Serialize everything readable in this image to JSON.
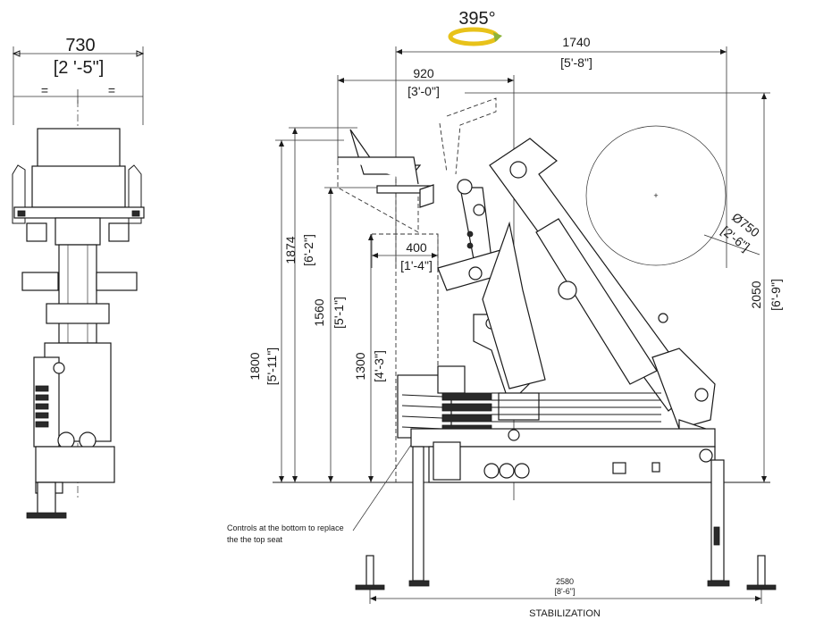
{
  "rotation": {
    "value": "395°",
    "arrow_color": "#e8c21a",
    "arrow_accent": "#8db33a"
  },
  "front_view": {
    "width_mm": "730",
    "width_ft": "[2 '-5\"]",
    "equal_mark": "="
  },
  "side_view": {
    "dim_1740": {
      "mm": "1740",
      "ft": "[5'-8\"]"
    },
    "dim_920": {
      "mm": "920",
      "ft": "[3'-0\"]"
    },
    "dim_400": {
      "mm": "400",
      "ft": "[1'-4\"]"
    },
    "dim_1874": {
      "mm": "1874",
      "ft": "[6'-2\"]"
    },
    "dim_1800": {
      "mm": "1800",
      "ft": "[5'-11\"]"
    },
    "dim_1560": {
      "mm": "1560",
      "ft": "[5'-1\"]"
    },
    "dim_1300": {
      "mm": "1300",
      "ft": "[4'-3\"]"
    },
    "dim_2050": {
      "mm": "2050",
      "ft": "[6'-9\"]"
    },
    "dim_diameter": {
      "mm": "Ø750",
      "ft": "[2'-6\"]"
    },
    "dim_2580": {
      "mm": "2580",
      "ft": "[8'-6\"]"
    },
    "stabilization_label": "STABILIZATION",
    "note_line1": "Controls at the bottom to replace",
    "note_line2": "the the top seat"
  }
}
